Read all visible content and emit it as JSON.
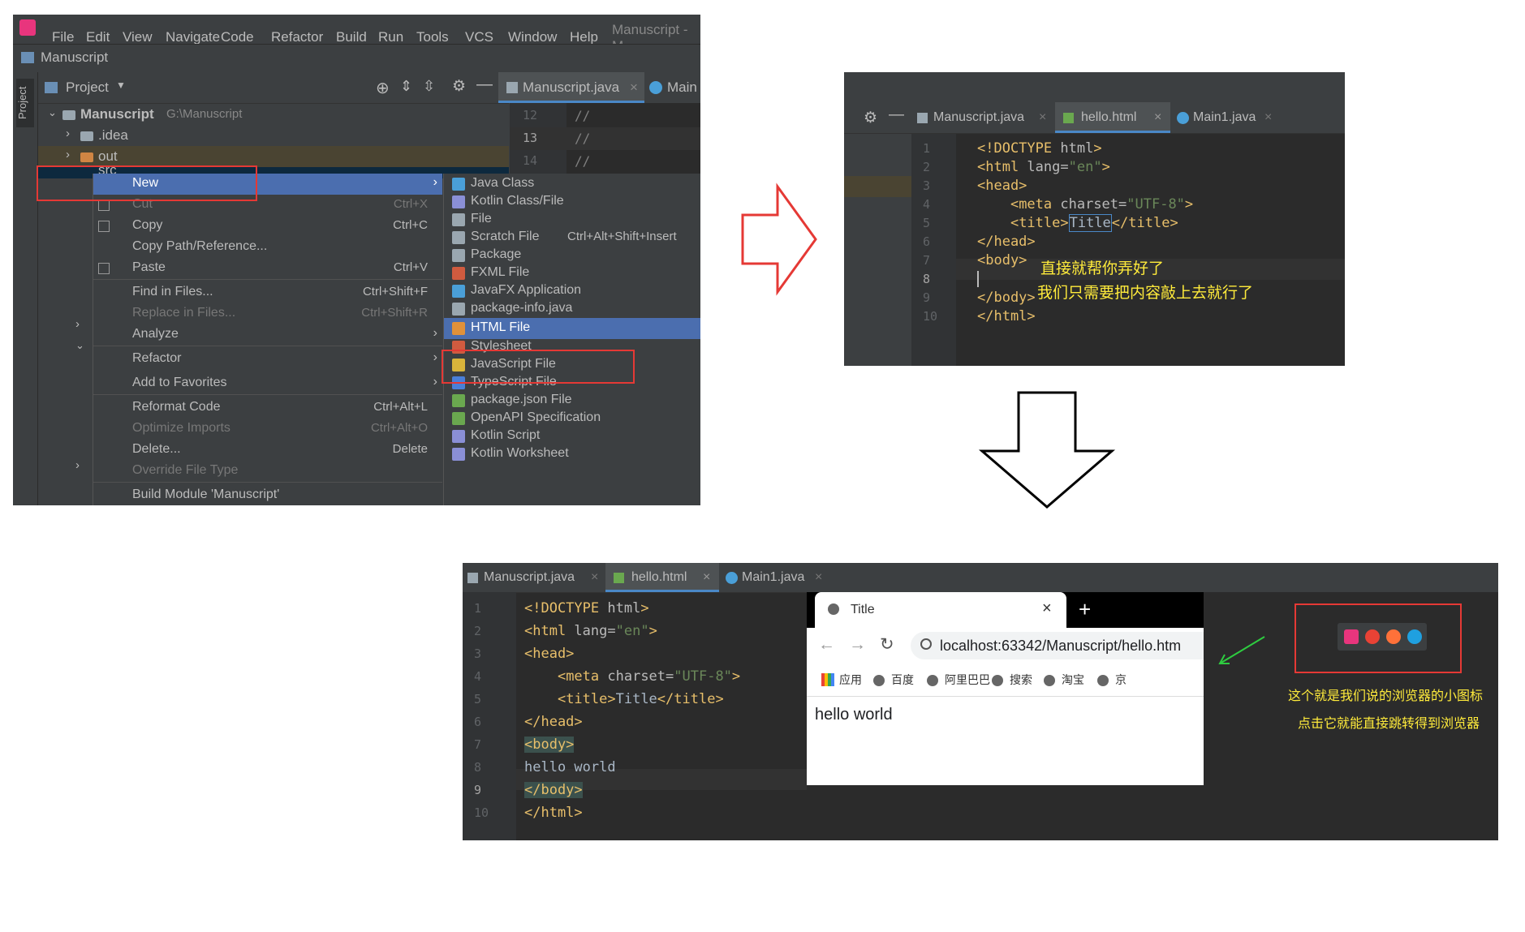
{
  "panel1": {
    "menubar": [
      "File",
      "Edit",
      "View",
      "Navigate",
      "Code",
      "Refactor",
      "Build",
      "Run",
      "Tools",
      "VCS",
      "Window",
      "Help"
    ],
    "window_title": "Manuscript - M",
    "project_title": "Manuscript",
    "sidebar_label": "Project",
    "project_view_label": "Project",
    "editor_tabs": [
      "Manuscript.java",
      "Main"
    ],
    "editor_lines": [
      {
        "num": "12",
        "code": "//"
      },
      {
        "num": "13",
        "code": "//"
      },
      {
        "num": "14",
        "code": "//"
      }
    ],
    "tree": {
      "root_name": "Manuscript",
      "root_path": "G:\\Manuscript",
      "idea": ".idea",
      "out": "out",
      "src": "src"
    },
    "context_menu": [
      {
        "label": "New",
        "shortcut": "",
        "state": "selected"
      },
      {
        "label": "Cut",
        "shortcut": "Ctrl+X",
        "state": "disabled"
      },
      {
        "label": "Copy",
        "shortcut": "Ctrl+C",
        "state": "normal"
      },
      {
        "label": "Copy Path/Reference...",
        "shortcut": "",
        "state": "normal"
      },
      {
        "label": "Paste",
        "shortcut": "Ctrl+V",
        "state": "normal"
      },
      {
        "label": "Find in Files...",
        "shortcut": "Ctrl+Shift+F",
        "state": "normal"
      },
      {
        "label": "Replace in Files...",
        "shortcut": "Ctrl+Shift+R",
        "state": "disabled"
      },
      {
        "label": "Analyze",
        "shortcut": "",
        "state": "normal"
      },
      {
        "label": "Refactor",
        "shortcut": "",
        "state": "normal"
      },
      {
        "label": "Add to Favorites",
        "shortcut": "",
        "state": "normal"
      },
      {
        "label": "Reformat Code",
        "shortcut": "Ctrl+Alt+L",
        "state": "normal"
      },
      {
        "label": "Optimize Imports",
        "shortcut": "Ctrl+Alt+O",
        "state": "disabled"
      },
      {
        "label": "Delete...",
        "shortcut": "Delete",
        "state": "normal"
      },
      {
        "label": "Override File Type",
        "shortcut": "",
        "state": "disabled"
      },
      {
        "label": "Build Module 'Manuscript'",
        "shortcut": "",
        "state": "normal"
      }
    ],
    "new_submenu": [
      {
        "label": "Java Class",
        "shortcut": "",
        "icon": "#4a9fd8",
        "state": "normal"
      },
      {
        "label": "Kotlin Class/File",
        "shortcut": "",
        "icon": "#8a8fd6",
        "state": "normal"
      },
      {
        "label": "File",
        "shortcut": "",
        "icon": "#9aa7b0",
        "state": "normal"
      },
      {
        "label": "Scratch File",
        "shortcut": "Ctrl+Alt+Shift+Insert",
        "icon": "#9aa7b0",
        "state": "normal"
      },
      {
        "label": "Package",
        "shortcut": "",
        "icon": "#9aa7b0",
        "state": "normal"
      },
      {
        "label": "FXML File",
        "shortcut": "",
        "icon": "#d05b3f",
        "state": "normal"
      },
      {
        "label": "JavaFX Application",
        "shortcut": "",
        "icon": "#4a9fd8",
        "state": "normal"
      },
      {
        "label": "package-info.java",
        "shortcut": "",
        "icon": "#9aa7b0",
        "state": "normal"
      },
      {
        "label": "HTML File",
        "shortcut": "",
        "icon": "#e0913a",
        "state": "selected"
      },
      {
        "label": "Stylesheet",
        "shortcut": "",
        "icon": "#d05b3f",
        "state": "normal"
      },
      {
        "label": "JavaScript File",
        "shortcut": "",
        "icon": "#d9b43b",
        "state": "normal"
      },
      {
        "label": "TypeScript File",
        "shortcut": "",
        "icon": "#4a7fd8",
        "state": "normal"
      },
      {
        "label": "package.json File",
        "shortcut": "",
        "icon": "#6aa84f",
        "state": "normal"
      },
      {
        "label": "OpenAPI Specification",
        "shortcut": "",
        "icon": "#6aa84f",
        "state": "normal"
      },
      {
        "label": "Kotlin Script",
        "shortcut": "",
        "icon": "#8a8fd6",
        "state": "normal"
      },
      {
        "label": "Kotlin Worksheet",
        "shortcut": "",
        "icon": "#8a8fd6",
        "state": "normal"
      }
    ]
  },
  "panel2": {
    "tabs": [
      "Manuscript.java",
      "hello.html",
      "Main1.java"
    ],
    "line_numbers": [
      "1",
      "2",
      "3",
      "4",
      "5",
      "6",
      "7",
      "8",
      "9",
      "10"
    ],
    "annotation_line1": "直接就帮你弄好了",
    "annotation_line2": "我们只需要把内容敲上去就行了"
  },
  "panel3": {
    "tabs": [
      "Manuscript.java",
      "hello.html",
      "Main1.java"
    ],
    "line_numbers": [
      "1",
      "2",
      "3",
      "4",
      "5",
      "6",
      "7",
      "8",
      "9",
      "10"
    ],
    "body_text": "hello world",
    "browser": {
      "tab_title": "Title",
      "url": "localhost:63342/Manuscript/hello.htm",
      "bookmarks": [
        "应用",
        "百度",
        "阿里巴巴",
        "搜索",
        "淘宝",
        "京"
      ],
      "page_text": "hello world"
    },
    "annotation_line1": "这个就是我们说的浏览器的小图标",
    "annotation_line2": "点击它就能直接跳转得到浏览器",
    "browser_icons": [
      {
        "name": "intellij-icon",
        "color": "#e8357d"
      },
      {
        "name": "chrome-icon",
        "color": "#e94235"
      },
      {
        "name": "firefox-icon",
        "color": "#ff7139"
      },
      {
        "name": "edge-icon",
        "color": "#1fa0e0"
      }
    ]
  },
  "colors": {
    "ide_bg": "#3c3f41",
    "editor_bg": "#2b2b2b",
    "selection": "#4b6eaf",
    "highlight_box": "#e53935",
    "arrow_red": "#e53935",
    "note_yellow": "#ffeb3b",
    "pointer_green": "#2ecc40"
  }
}
